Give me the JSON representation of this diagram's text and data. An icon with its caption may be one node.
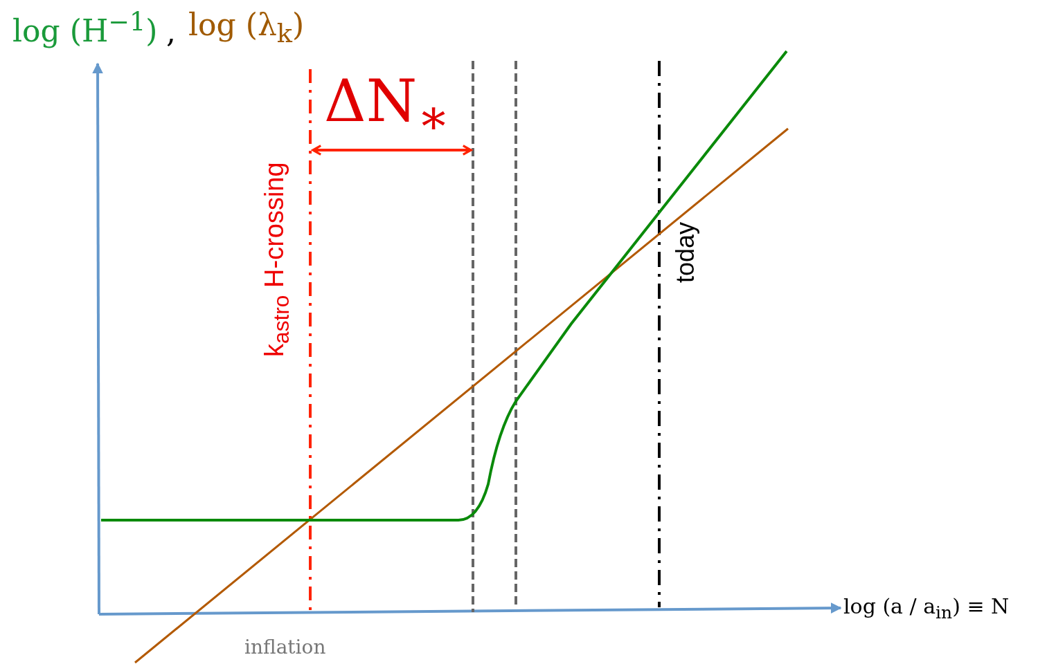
{
  "diagram": {
    "labels": [
      "log (H$^{−1}$)",
      ",",
      "log (λ$_{k}$)",
      "ΔN$_{∗}$",
      "k$_{astro}$ H-crossing",
      "today",
      "log (a / a$_{in}$) ≡ N",
      "inflation"
    ]
  }
}
